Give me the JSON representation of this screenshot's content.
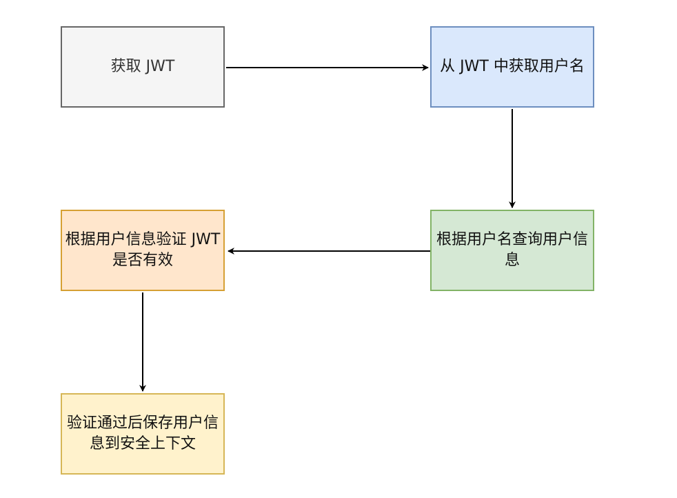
{
  "diagram": {
    "title": "JWT authentication flow",
    "nodes": [
      {
        "id": "n1",
        "label": "获取 JWT",
        "fill": "#f5f5f5",
        "stroke": "#666666"
      },
      {
        "id": "n2",
        "label": "从 JWT 中获取用户名",
        "fill": "#dae8fc",
        "stroke": "#6c8ebf"
      },
      {
        "id": "n3",
        "label": "根据用户名查询用户信息",
        "fill": "#d5e8d4",
        "stroke": "#82b366"
      },
      {
        "id": "n4",
        "label": "根据用户信息验证 JWT 是否有效",
        "fill": "#ffe6cc",
        "stroke": "#d79b00"
      },
      {
        "id": "n5",
        "label": "验证通过后保存用户信息到安全上下文",
        "fill": "#fff2cc",
        "stroke": "#d6b656"
      }
    ],
    "edges": [
      {
        "from": "n1",
        "to": "n2"
      },
      {
        "from": "n2",
        "to": "n3"
      },
      {
        "from": "n3",
        "to": "n4"
      },
      {
        "from": "n4",
        "to": "n5"
      }
    ]
  }
}
